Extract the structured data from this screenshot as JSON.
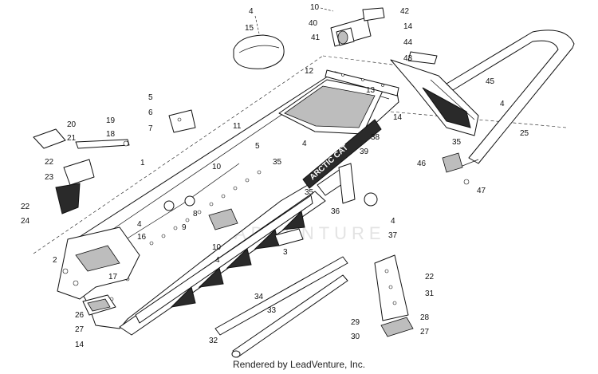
{
  "diagram": {
    "watermark": "LEADVENTURE",
    "footer": "Rendered by LeadVenture, Inc.",
    "decal_text": "ARCTIC CAT",
    "callouts": [
      {
        "id": "c4a",
        "label": "4"
      },
      {
        "id": "c15",
        "label": "15"
      },
      {
        "id": "c10a",
        "label": "10"
      },
      {
        "id": "c42",
        "label": "42"
      },
      {
        "id": "c40",
        "label": "40"
      },
      {
        "id": "c41",
        "label": "41"
      },
      {
        "id": "c14a",
        "label": "14"
      },
      {
        "id": "c44",
        "label": "44"
      },
      {
        "id": "c43",
        "label": "43"
      },
      {
        "id": "c45",
        "label": "45"
      },
      {
        "id": "c12",
        "label": "12"
      },
      {
        "id": "c13",
        "label": "13"
      },
      {
        "id": "c5a",
        "label": "5"
      },
      {
        "id": "c6",
        "label": "6"
      },
      {
        "id": "c7",
        "label": "7"
      },
      {
        "id": "c11",
        "label": "11"
      },
      {
        "id": "c19",
        "label": "19"
      },
      {
        "id": "c20",
        "label": "20"
      },
      {
        "id": "c21",
        "label": "21"
      },
      {
        "id": "c18",
        "label": "18"
      },
      {
        "id": "c1",
        "label": "1"
      },
      {
        "id": "c5b",
        "label": "5"
      },
      {
        "id": "c4b",
        "label": "4"
      },
      {
        "id": "c38",
        "label": "38"
      },
      {
        "id": "c39",
        "label": "39"
      },
      {
        "id": "c4c",
        "label": "4"
      },
      {
        "id": "c14b",
        "label": "14"
      },
      {
        "id": "c25",
        "label": "25"
      },
      {
        "id": "c35a",
        "label": "35"
      },
      {
        "id": "c46",
        "label": "46"
      },
      {
        "id": "c47",
        "label": "47"
      },
      {
        "id": "c22a",
        "label": "22"
      },
      {
        "id": "c23",
        "label": "23"
      },
      {
        "id": "c10b",
        "label": "10"
      },
      {
        "id": "c35b",
        "label": "35"
      },
      {
        "id": "c8",
        "label": "8"
      },
      {
        "id": "c9",
        "label": "9"
      },
      {
        "id": "c35c",
        "label": "35"
      },
      {
        "id": "c36",
        "label": "36"
      },
      {
        "id": "c22b",
        "label": "22"
      },
      {
        "id": "c24",
        "label": "24"
      },
      {
        "id": "c4d",
        "label": "4"
      },
      {
        "id": "c16",
        "label": "16"
      },
      {
        "id": "c4e",
        "label": "4"
      },
      {
        "id": "c37",
        "label": "37"
      },
      {
        "id": "c2",
        "label": "2"
      },
      {
        "id": "c10c",
        "label": "10"
      },
      {
        "id": "c4f",
        "label": "4"
      },
      {
        "id": "c3",
        "label": "3"
      },
      {
        "id": "c17",
        "label": "17"
      },
      {
        "id": "c22c",
        "label": "22"
      },
      {
        "id": "c31",
        "label": "31"
      },
      {
        "id": "c26",
        "label": "26"
      },
      {
        "id": "c34",
        "label": "34"
      },
      {
        "id": "c33",
        "label": "33"
      },
      {
        "id": "c28",
        "label": "28"
      },
      {
        "id": "c27a",
        "label": "27"
      },
      {
        "id": "c29",
        "label": "29"
      },
      {
        "id": "c27b",
        "label": "27"
      },
      {
        "id": "c14c",
        "label": "14"
      },
      {
        "id": "c32",
        "label": "32"
      },
      {
        "id": "c30",
        "label": "30"
      }
    ]
  }
}
